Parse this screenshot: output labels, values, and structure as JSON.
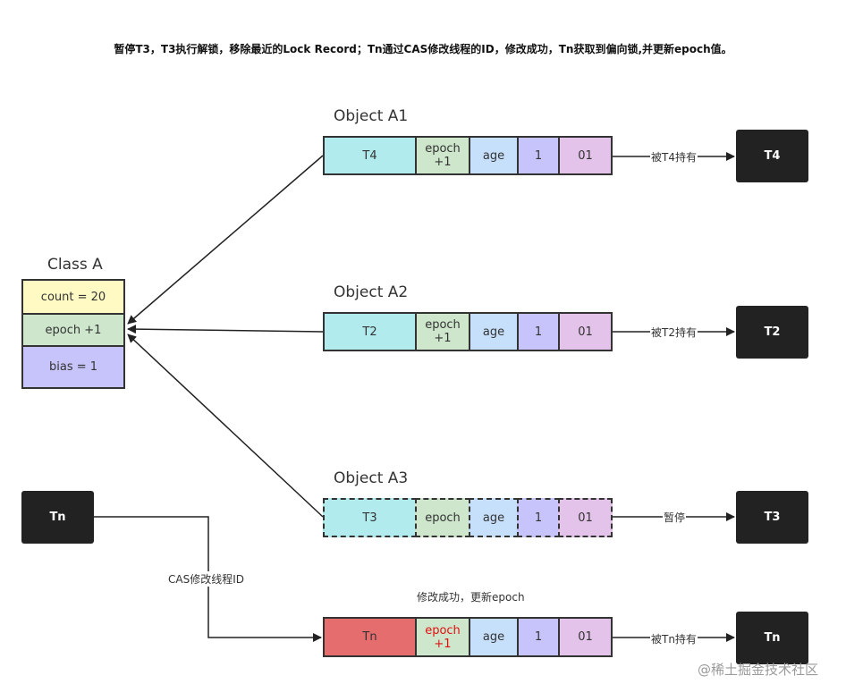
{
  "title": "暂停T3，T3执行解锁，移除最近的Lock Record；Tn通过CAS修改线程的ID，修改成功，Tn获取到偏向锁,并更新epoch值。",
  "class_a": {
    "label": "Class A",
    "count": "count = 20",
    "epoch": "epoch +1",
    "bias": "bias = 1"
  },
  "objects": [
    {
      "label": "Object A1",
      "thread_id": "T4",
      "epoch_line1": "epoch",
      "epoch_line2": "+1",
      "age": "age",
      "one": "1",
      "zero_one": "01",
      "edge_label": "被T4持有",
      "holder": "T4"
    },
    {
      "label": "Object A2",
      "thread_id": "T2",
      "epoch_line1": "epoch",
      "epoch_line2": "+1",
      "age": "age",
      "one": "1",
      "zero_one": "01",
      "edge_label": "被T2持有",
      "holder": "T2"
    },
    {
      "label": "Object A3",
      "thread_id": "T3",
      "epoch": "epoch",
      "age": "age",
      "one": "1",
      "zero_one": "01",
      "edge_label": "暂停",
      "holder": "T3"
    }
  ],
  "tn_row": {
    "caption": "修改成功，更新epoch",
    "thread_id": "Tn",
    "epoch_line1": "epoch",
    "epoch_line2": "+1",
    "age": "age",
    "one": "1",
    "zero_one": "01",
    "edge_label": "被Tn持有",
    "holder": "Tn"
  },
  "tn_source": {
    "label": "Tn",
    "edge_label": "CAS修改线程ID"
  },
  "watermark": "@稀土掘金技术社区",
  "colors": {
    "thread_col": "#b2ebee",
    "epoch_col": "#cde6cc",
    "age_col": "#c6dffb",
    "one_col": "#c7c4fb",
    "zero_one_col": "#e3c3ea",
    "tn_col": "#e66d6d",
    "count_bg": "#fff9c4",
    "epoch_bg": "#cde6cc",
    "bias_bg": "#c7c4fb",
    "thread_box": "#222222",
    "highlight_red": "#e01010"
  }
}
